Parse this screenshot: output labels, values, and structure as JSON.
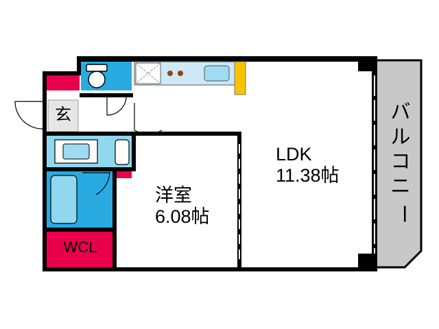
{
  "rooms": {
    "ldk": {
      "name": "LDK",
      "size": "11.38帖"
    },
    "western_room": {
      "name": "洋室",
      "size": "6.08帖"
    },
    "entrance": {
      "name": "玄"
    },
    "walk_in_closet": {
      "name": "WCL"
    },
    "balcony": {
      "chars": [
        "バ",
        "ル",
        "コ",
        "ニ",
        "ー"
      ]
    }
  },
  "colors": {
    "wall": "#000000",
    "wet_area": "#29abe2",
    "wet_area_light": "#8fd8f0",
    "closet": "#e8004c",
    "kitchen_tile": "#cfe8f5",
    "fridge": "#f8c400",
    "balcony": "#c8c8c8",
    "entrance_floor": "#e6e6e6"
  }
}
